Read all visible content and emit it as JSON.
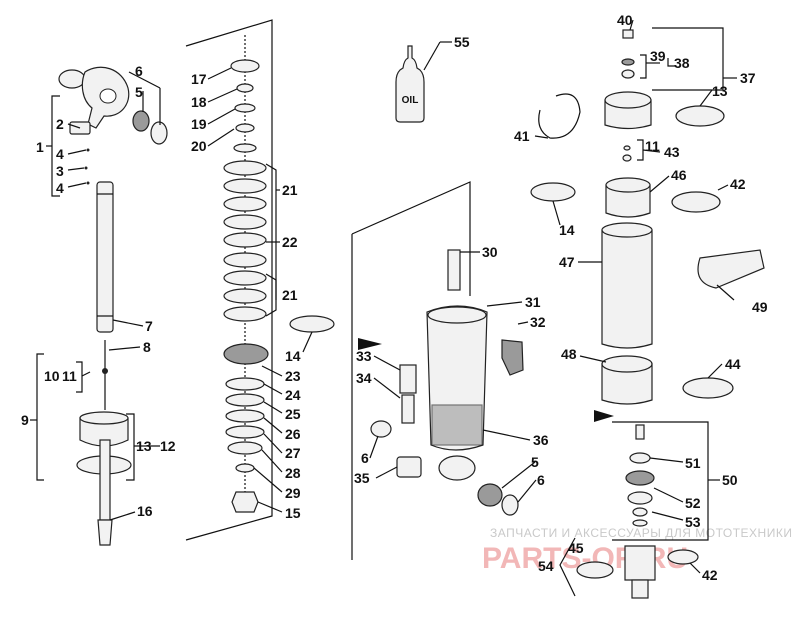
{
  "oil_label": "OIL",
  "watermark": {
    "line1": "ЗАПЧАСТИ И АКСЕССУАРЫ ДЛЯ МОТОТЕХНИКИ",
    "logo_text": "PARTS-OR.RU"
  },
  "callouts": [
    "1",
    "2",
    "3",
    "4",
    "5",
    "6",
    "7",
    "8",
    "9",
    "10",
    "11",
    "12",
    "13",
    "14",
    "15",
    "16",
    "17",
    "18",
    "19",
    "20",
    "21",
    "22",
    "23",
    "24",
    "25",
    "26",
    "27",
    "28",
    "29",
    "30",
    "31",
    "32",
    "33",
    "34",
    "35",
    "36",
    "37",
    "38",
    "39",
    "40",
    "41",
    "42",
    "43",
    "44",
    "45",
    "46",
    "47",
    "48",
    "49",
    "50",
    "51",
    "52",
    "53",
    "54",
    "55"
  ]
}
